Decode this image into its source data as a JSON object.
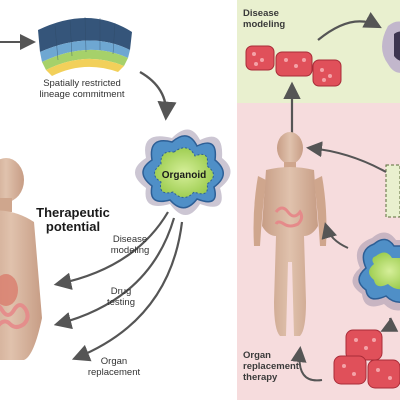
{
  "left_panel": {
    "lineage_label": "Spatially restricted\nlineage commitment",
    "organoid_label": "Organoid",
    "therapeutic_title": "Therapeutic\npotential",
    "applications": [
      {
        "label": "Disease\nmodeling"
      },
      {
        "label": "Drug\ntesting"
      },
      {
        "label": "Organ\nreplacement"
      }
    ]
  },
  "right_panel": {
    "disease_modeling_heading": "Disease\nmodeling",
    "organ_replacement_heading": "Organ\nreplacement\ntherapy"
  },
  "colors": {
    "organoid_fill": "#a7d65a",
    "organoid_ring": "#4f8fc7",
    "body_skin": "#d9b9a3",
    "tissue_red": "#e0505a",
    "green_panel": "#e9f0cf",
    "pink_panel": "#f6dcdd"
  }
}
